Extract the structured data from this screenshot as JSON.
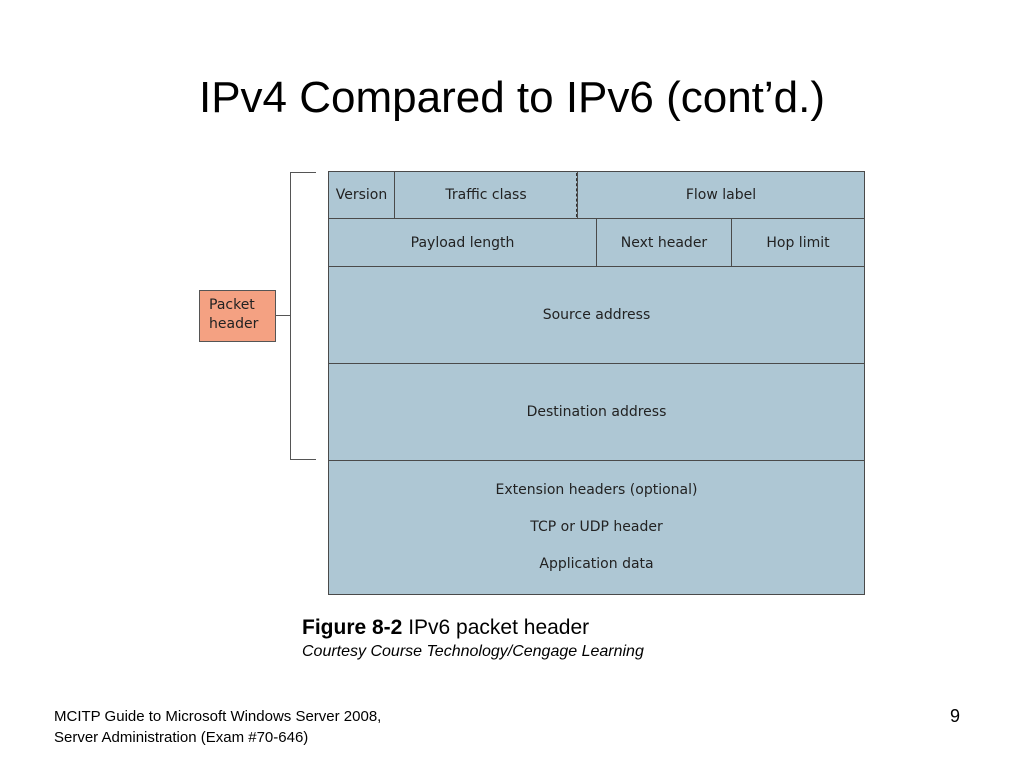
{
  "slide": {
    "title": "IPv4 Compared to IPv6 (cont’d.)",
    "page_number": "9"
  },
  "diagram": {
    "packet_header_label": "Packet header",
    "packet_header_line1": "Packet",
    "packet_header_line2": "header",
    "row1": {
      "version": "Version",
      "traffic_class": "Traffic class",
      "flow_label": "Flow label"
    },
    "row2": {
      "payload_length": "Payload length",
      "next_header": "Next header",
      "hop_limit": "Hop limit"
    },
    "source_address": "Source address",
    "destination_address": "Destination address",
    "payload": {
      "extension_headers": "Extension headers (optional)",
      "tcp_udp_header": "TCP or UDP header",
      "application_data": "Application data"
    },
    "colors": {
      "header_fill": "#aec7d4",
      "label_fill": "#f4a182"
    }
  },
  "caption": {
    "figure_number": "Figure 8-2",
    "figure_title": "IPv6 packet header",
    "credit": "Courtesy Course Technology/Cengage Learning"
  },
  "footer": {
    "line1": "MCITP Guide to Microsoft Windows Server 2008,",
    "line2": "Server Administration (Exam #70-646)"
  }
}
